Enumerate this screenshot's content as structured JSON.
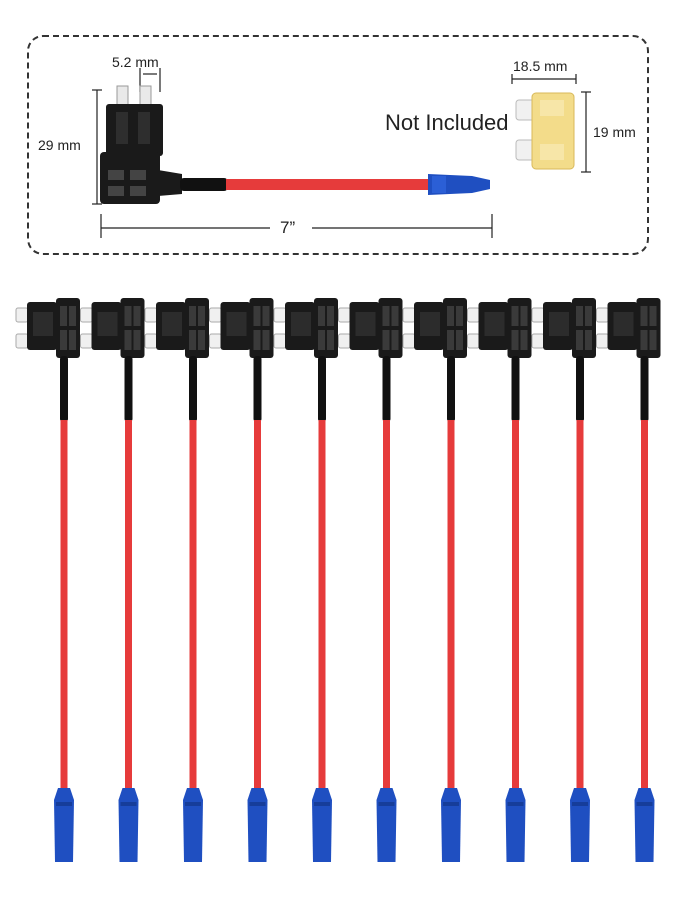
{
  "diagram": {
    "width_label": "5.2 mm",
    "height_label": "29 mm",
    "length_label": "7”",
    "fuse_width_label": "18.5 mm",
    "fuse_height_label": "19 mm",
    "note": "Not Included"
  },
  "product": {
    "tap_count": 10
  },
  "colors": {
    "wire_red": "#e63b3b",
    "wire_black": "#111111",
    "connector_blue": "#1f4fc1",
    "fuse_yellow": "#f3dc8a",
    "holder_black": "#1a1a1a"
  }
}
